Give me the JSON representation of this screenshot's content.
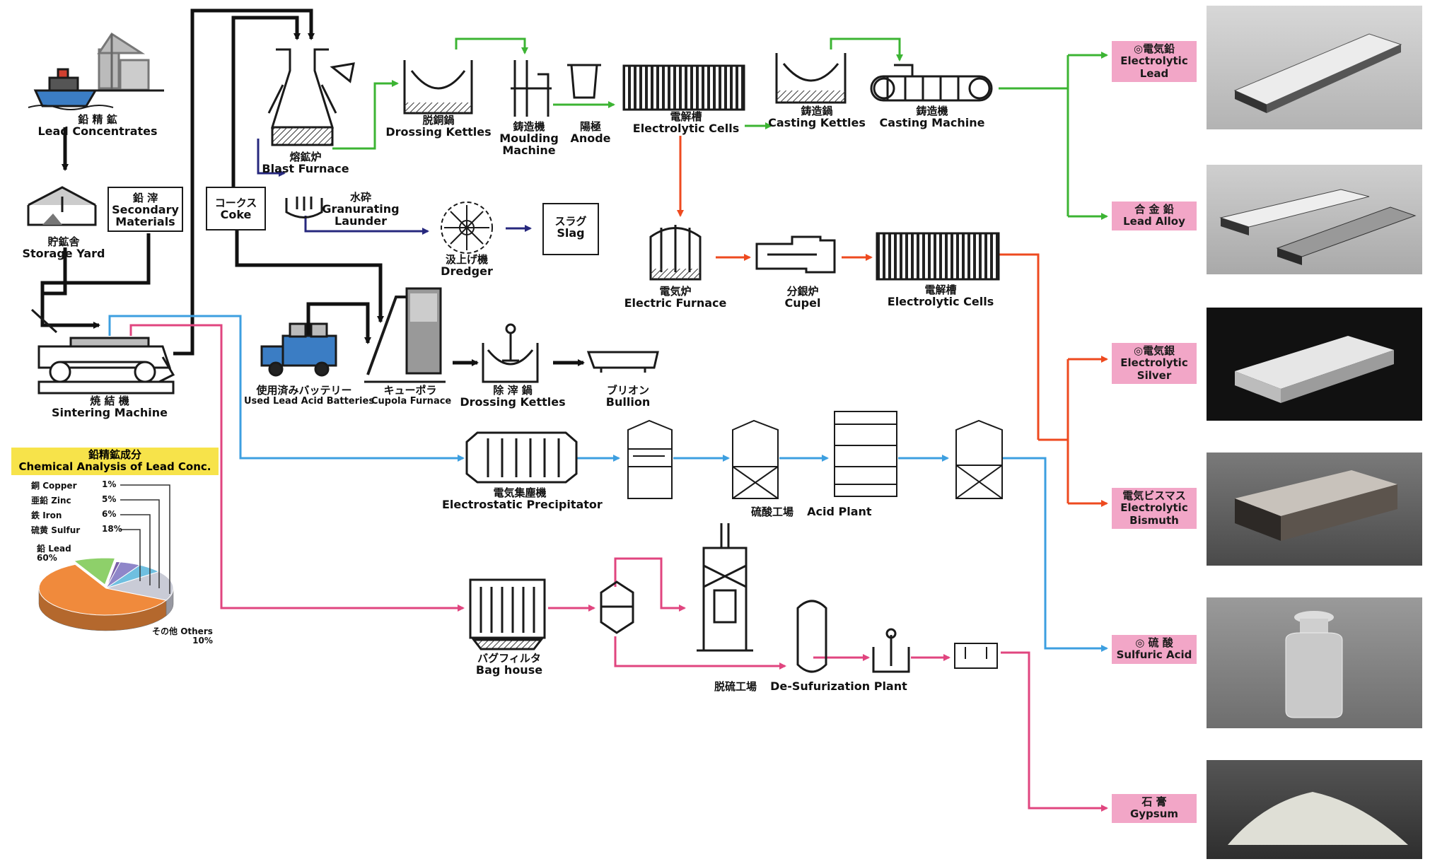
{
  "labels": {
    "lead_conc": {
      "jp": "鉛 精 鉱",
      "en": "Lead Concentrates"
    },
    "storage": {
      "jp": "貯鉱舎",
      "en": "Storage Yard"
    },
    "secondary": {
      "jp": "鉛 滓",
      "en1": "Secondary",
      "en2": "Materials"
    },
    "coke": {
      "jp": "コークス",
      "en": "Coke"
    },
    "sintering": {
      "jp": "焼 結 機",
      "en": "Sintering Machine"
    },
    "blast": {
      "jp": "熔鉱炉",
      "en": "Blast Furnace"
    },
    "granulating": {
      "jp": "水砕",
      "en1": "Granurating",
      "en2": "Launder"
    },
    "dredger": {
      "jp": "汲上げ機",
      "en": "Dredger"
    },
    "slag": {
      "jp": "スラグ",
      "en": "Slag"
    },
    "drossing1": {
      "jp": "脱銅鍋",
      "en": "Drossing Kettles"
    },
    "moulding": {
      "jp": "鋳造機",
      "en1": "Moulding",
      "en2": "Machine"
    },
    "anode": {
      "jp": "陽極",
      "en": "Anode"
    },
    "cells1": {
      "jp": "電解槽",
      "en": "Electrolytic Cells"
    },
    "casting_k": {
      "jp": "鋳造鍋",
      "en": "Casting Kettles"
    },
    "casting_m": {
      "jp": "鋳造機",
      "en": "Casting Machine"
    },
    "e_furnace": {
      "jp": "電気炉",
      "en": "Electric Furnace"
    },
    "cupel": {
      "jp": "分銀炉",
      "en": "Cupel"
    },
    "cells2": {
      "jp": "電解槽",
      "en": "Electrolytic Cells"
    },
    "batteries": {
      "jp": "使用済みバッテリー",
      "en": "Used Lead Acid Batteries"
    },
    "cupola": {
      "jp": "キューポラ",
      "en": "Cupola Furnace"
    },
    "drossing2": {
      "jp": "除 滓 鍋",
      "en": "Drossing Kettles"
    },
    "bullion": {
      "jp": "ブリオン",
      "en": "Bullion"
    },
    "precipitator": {
      "jp": "電気集塵機",
      "en": "Electrostatic Precipitator"
    },
    "acid_plant": {
      "jp": "硫酸工場",
      "en": "Acid Plant"
    },
    "baghouse": {
      "jp": "バグフィルタ",
      "en": "Bag house"
    },
    "desulf": {
      "jp": "脱硫工場",
      "en": "De-Sufurization Plant"
    }
  },
  "products": [
    {
      "jp": "◎電気鉛",
      "en1": "Electrolytic",
      "en2": "Lead"
    },
    {
      "jp": "合 金 鉛",
      "en1": "Lead Alloy",
      "en2": ""
    },
    {
      "jp": "◎電気銀",
      "en1": "Electrolytic",
      "en2": "Silver"
    },
    {
      "jp": "電気ビスマス",
      "en1": "Electrolytic",
      "en2": "Bismuth"
    },
    {
      "jp": "◎ 硫 酸",
      "en1": "Sulfuric Acid",
      "en2": ""
    },
    {
      "jp": "石 膏",
      "en1": "Gypsum",
      "en2": ""
    }
  ],
  "chart": {
    "title_jp": "鉛精鉱成分",
    "title_en": "Chemical Analysis of Lead Conc.",
    "items": [
      {
        "jp": "銅",
        "en": "Copper",
        "value": 1,
        "label": "1%",
        "color": "#7b5ea8"
      },
      {
        "jp": "亜鉛",
        "en": "Zinc",
        "value": 5,
        "label": "5%",
        "color": "#8f86c9"
      },
      {
        "jp": "鉄",
        "en": "Iron",
        "value": 6,
        "label": "6%",
        "color": "#6fbfe0"
      },
      {
        "jp": "硫黄",
        "en": "Sulfur",
        "value": 18,
        "label": "18%",
        "color": "#c9cbd6"
      },
      {
        "jp": "鉛",
        "en": "Lead",
        "value": 60,
        "label": "60%",
        "color": "#f08a3c"
      },
      {
        "jp": "その他",
        "en": "Others",
        "value": 10,
        "label": "10%",
        "color": "#8ed06a"
      }
    ]
  },
  "colors": {
    "green": "#3cb433",
    "red": "#ee4a1f",
    "blue": "#3d9fe0",
    "magenta": "#e0457f",
    "navy": "#27287e",
    "black": "#111111",
    "product_bg": "#f2a6c7",
    "chart_title_bg": "#f7e34a"
  }
}
